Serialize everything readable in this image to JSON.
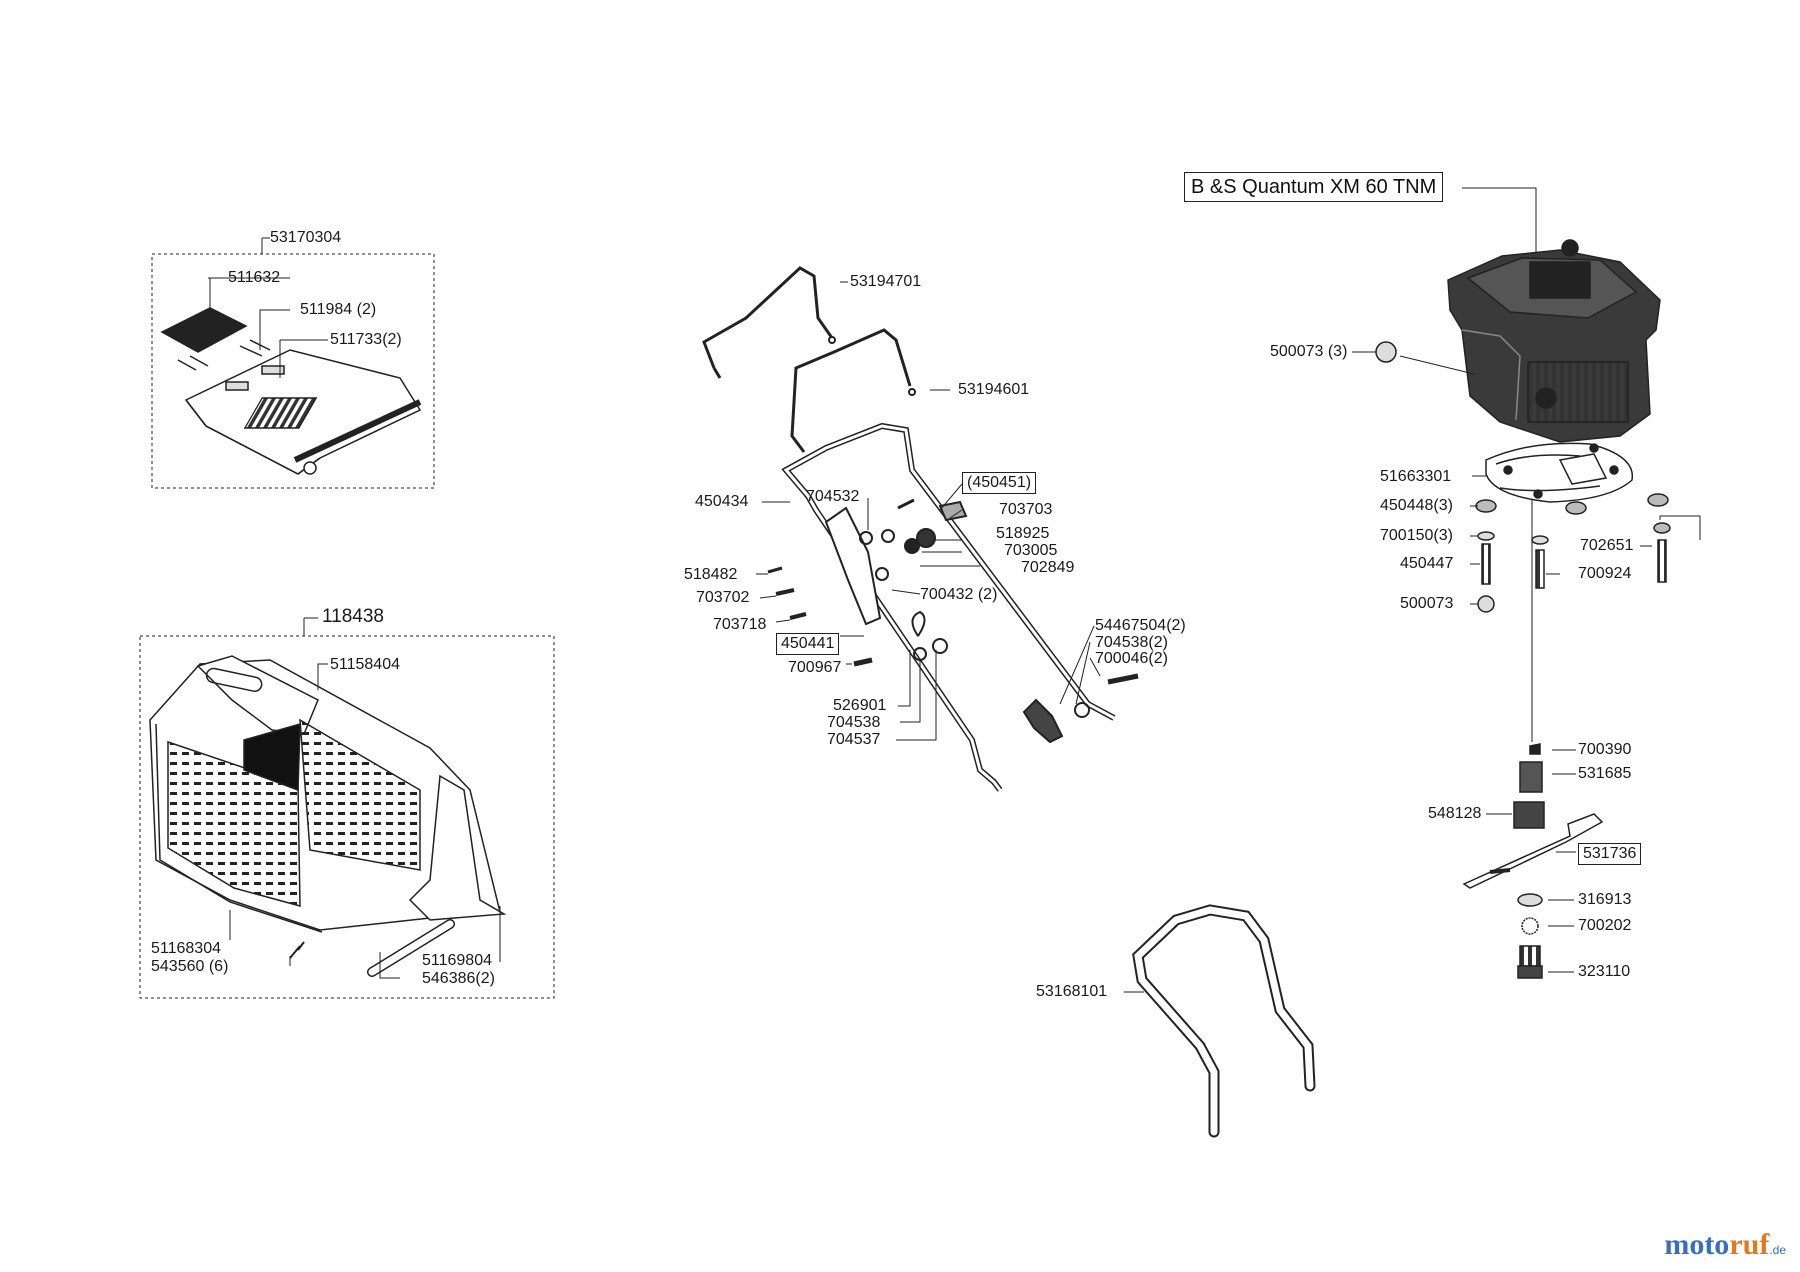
{
  "engine": {
    "title": "B &S Quantum  XM 60 TNM"
  },
  "labels": {
    "grass_cover_set": "53170304",
    "grass_cover_flap": "511632",
    "grass_cover_clip": "511984 (2)",
    "grass_cover_spring": "511733(2)",
    "catcher_set": "118438",
    "catcher_top": "51158404",
    "catcher_bottom": "51168304",
    "catcher_screw": "543560 (6)",
    "catcher_frame": "51169804",
    "catcher_rod": "546386(2)",
    "upper_bar": "53194701",
    "lower_bar": "53194601",
    "handle": "450434",
    "handle_screw": "704532",
    "boxed_right": "(450451)",
    "part_703703": "703703",
    "part_518925": "518925",
    "part_703005": "703005",
    "part_702849": "702849",
    "part_518482": "518482",
    "part_703702": "703702",
    "part_700432": "700432 (2)",
    "part_703718": "703718",
    "boxed_left": "450441",
    "part_700967": "700967",
    "part_526901": "526901",
    "part_704538": "704538",
    "part_704537": "704537",
    "knob_group_1": "54467504(2)",
    "knob_group_2": "704538(2)",
    "knob_group_3": "700046(2)",
    "lower_handle": "53168101",
    "engine_nut": "500073 (3)",
    "spacer_plate": "51663301",
    "washer_1": "450448(3)",
    "washer_2": "700150(3)",
    "bolt_1": "450447",
    "nut_1": "500073",
    "bolt_2": "702651",
    "bolt_3": "700924",
    "key": "700390",
    "blade_hub": "531685",
    "adapter": "548128",
    "blade": "531736",
    "blade_washer": "316913",
    "lock_washer": "700202",
    "blade_bolt": "323110"
  },
  "logo": {
    "part1": "moto",
    "part2": "ruf",
    "suffix": ".de"
  },
  "colors": {
    "ink": "#1a1a1a",
    "logo_blue": "#3d6fb6",
    "logo_orange": "#e07a1f"
  }
}
